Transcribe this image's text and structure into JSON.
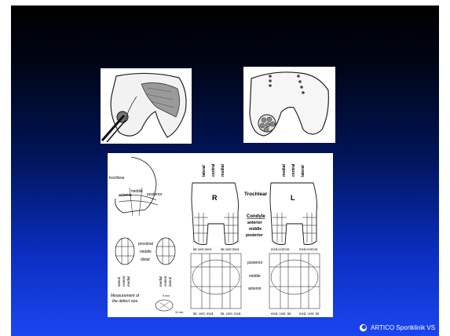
{
  "diagram": {
    "trochlear_label": "trochlear",
    "middle_label": "middle",
    "anterior_label": "anterior",
    "posterior_label": "posterior",
    "proximal_label": "proximal",
    "middle2_label": "middle",
    "distal_label": "distal",
    "lateral_label": "lateral",
    "central_label": "central",
    "medial_label": "medial",
    "measurement_label_1": "Measurement of",
    "measurement_label_2": "the defect size",
    "right_marker": "R",
    "left_marker": "L",
    "Trochlear_center": "Trochlear",
    "condyle_title": "Condyle",
    "condyle_anterior": "anterior",
    "condyle_middle": "middle",
    "condyle_posterior": "posterior",
    "row_lat_cent_med": "lat.cent.med.",
    "row_med_cent_lat": "med.cent.lat.",
    "post_label": "posterior",
    "mid_label": "middle",
    "ant_label": "anterior",
    "bottom_lat": "lat. cent. med.",
    "bottom_med": "med. cent. lat",
    "mm9": "9 mm",
    "mm11": "11 mm"
  },
  "footer": {
    "brand": "ARTICO Sportklinik VS"
  }
}
